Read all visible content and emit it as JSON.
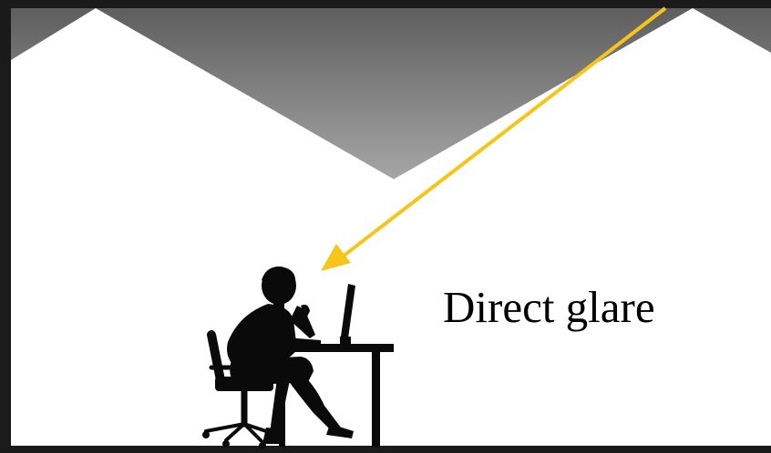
{
  "caption": "Direct glare",
  "colors": {
    "ceiling_top": "#5e5e5e",
    "ceiling_bottom": "#a6a6a6",
    "light_ray": "#f5c518",
    "silhouette": "#0a0a0a",
    "background": "#ffffff"
  },
  "icons": {
    "ray": "light-ray-arrow",
    "person": "seated-worker-silhouette",
    "monitor": "computer-monitor",
    "desk": "desk",
    "chair": "office-chair"
  }
}
